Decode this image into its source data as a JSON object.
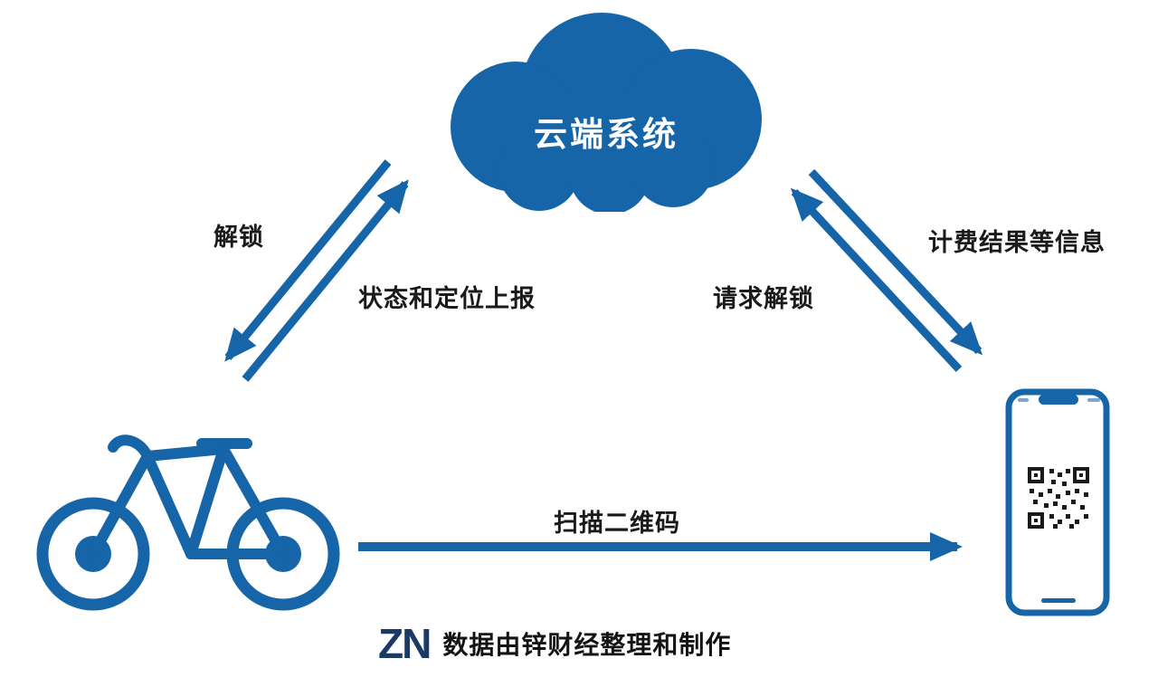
{
  "diagram": {
    "cloud_label": "云端系统",
    "arrows": {
      "unlock": "解锁",
      "status_report": "状态和定位上报",
      "request_unlock": "请求解锁",
      "billing_info": "计费结果等信息",
      "scan_qr": "扫描二维码"
    },
    "footer": {
      "logo": "ZN",
      "credit": "数据由锌财经整理和制作"
    },
    "colors": {
      "primary_blue": "#1565A8",
      "label_text": "#1A1A1A",
      "logo_navy": "#1C3A66",
      "qr_dark": "#1A1A1A",
      "background": "#FFFFFF"
    }
  }
}
